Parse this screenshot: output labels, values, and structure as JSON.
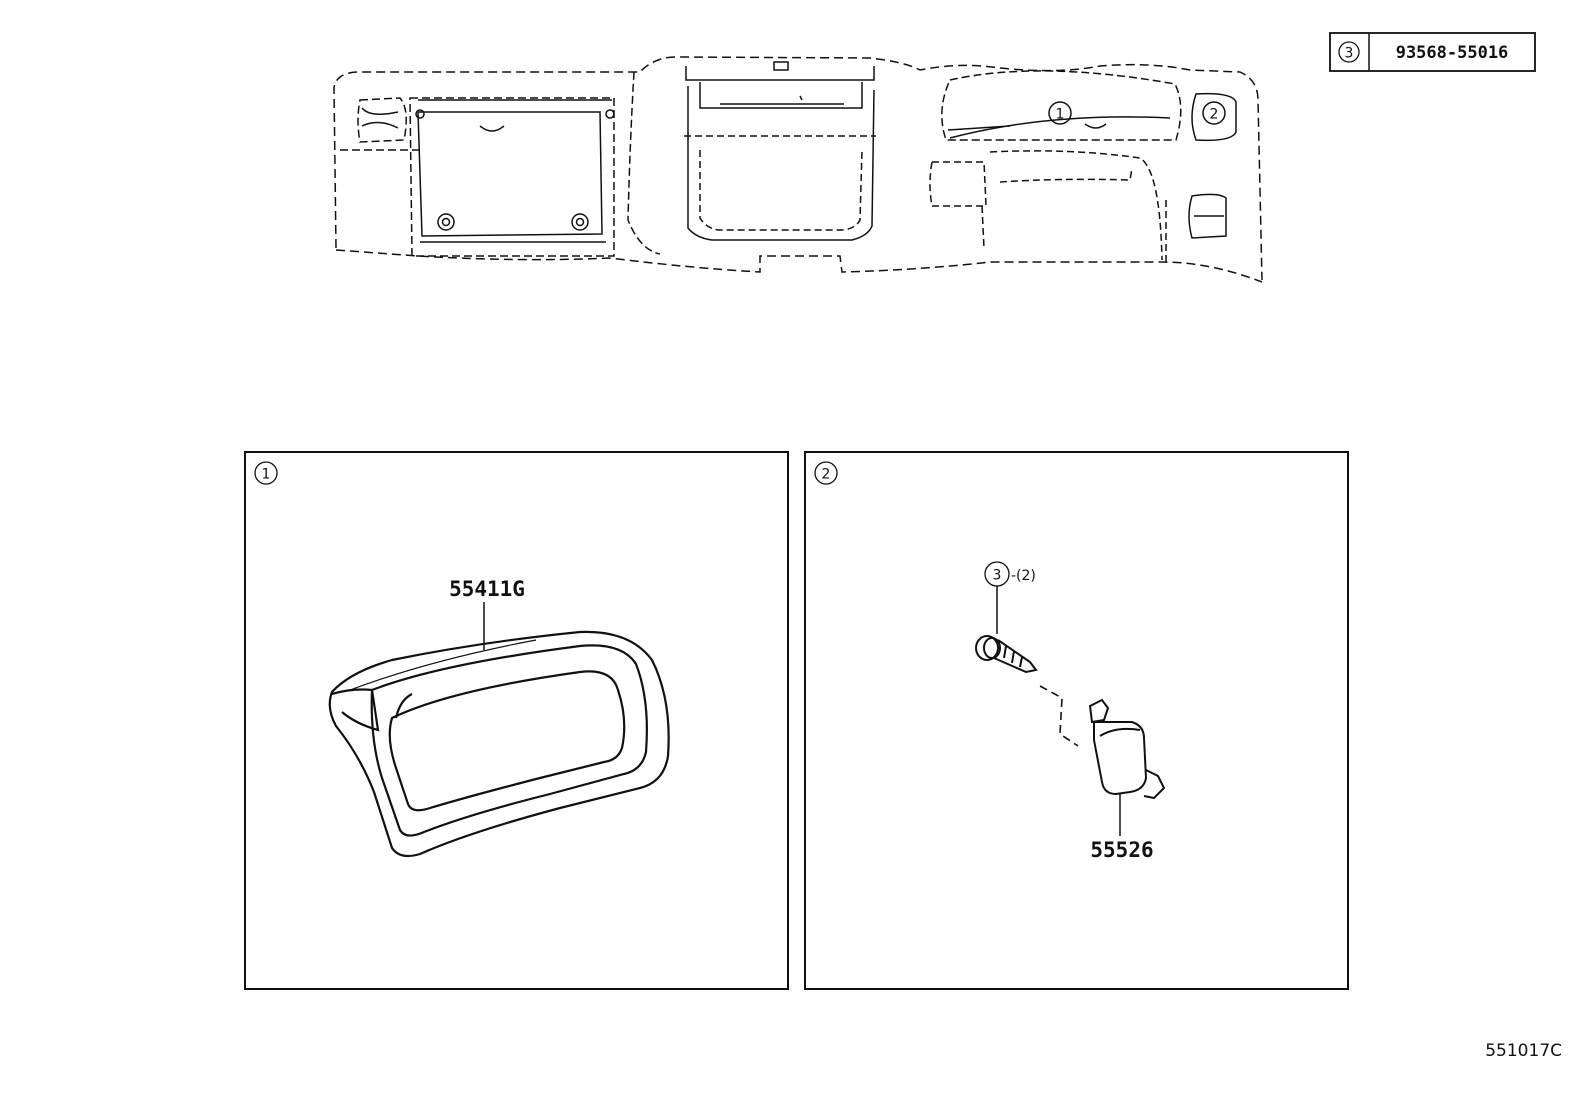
{
  "legend": {
    "ref_number": "3",
    "part_number": "93568-55016"
  },
  "overview": {
    "callout_1": "1",
    "callout_2": "2"
  },
  "panels": [
    {
      "number": "1",
      "part_label": "55411G"
    },
    {
      "number": "2",
      "screw_ref": "3",
      "screw_qty": "-(2)",
      "part_label": "55526"
    }
  ],
  "diagram_code": "551017C"
}
